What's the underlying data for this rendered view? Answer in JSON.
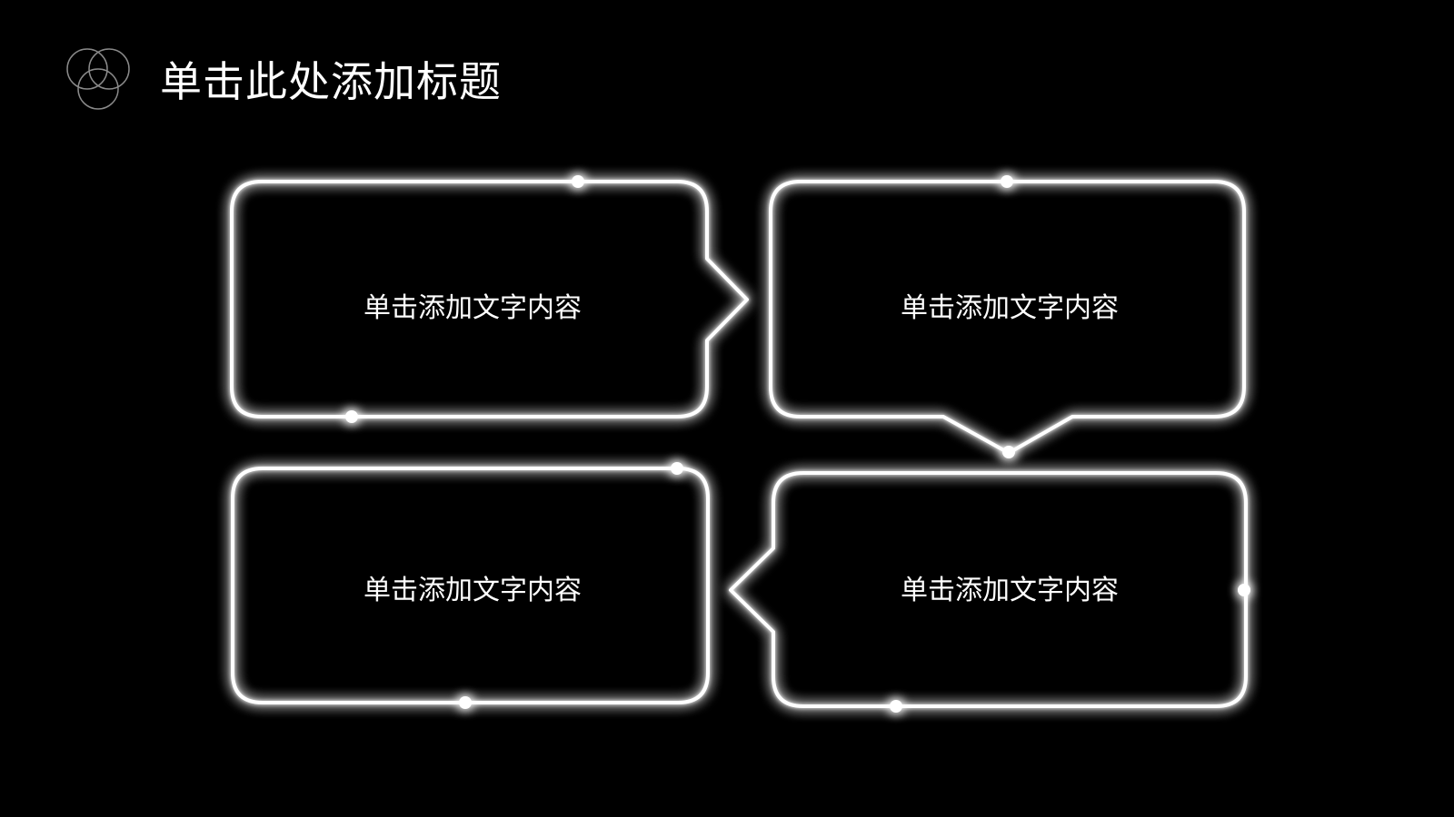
{
  "title": "单击此处添加标题",
  "boxes": [
    {
      "id": "box-1",
      "label": "单击添加文字内容"
    },
    {
      "id": "box-2",
      "label": "单击添加文字内容"
    },
    {
      "id": "box-3",
      "label": "单击添加文字内容"
    },
    {
      "id": "box-4",
      "label": "单击添加文字内容"
    }
  ],
  "logo_icon": "overlapping-circles-icon",
  "colors": {
    "background": "#000000",
    "text": "#ffffff",
    "neon_stroke": "#ffffff",
    "logo_stroke": "#8a8a8a"
  }
}
